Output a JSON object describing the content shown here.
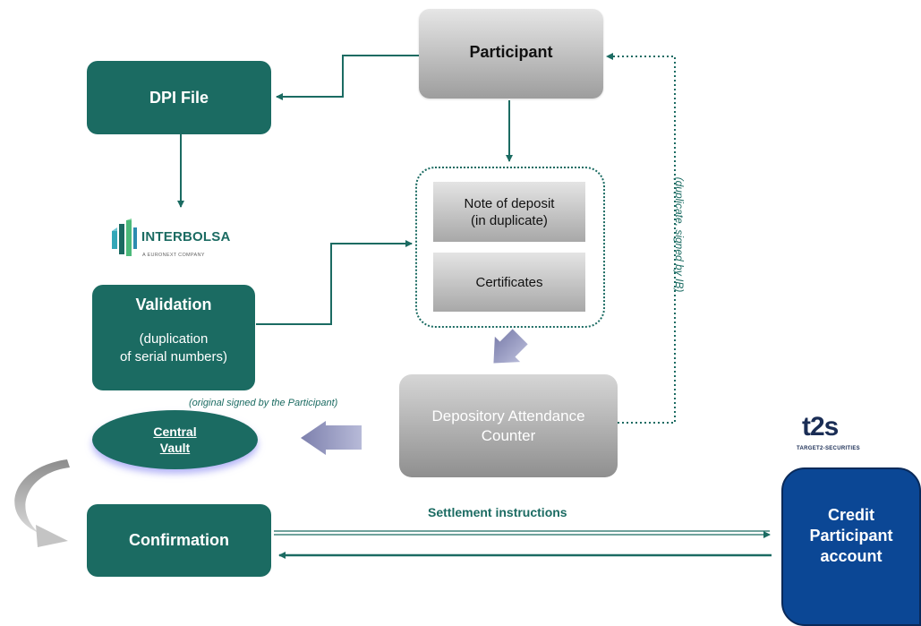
{
  "diagram": {
    "nodes": {
      "participant": "Participant",
      "dpi_file": "DPI File",
      "validation_title": "Validation",
      "validation_sub_line1": "(duplication",
      "validation_sub_line2": "of serial numbers)",
      "note_of_deposit_line1": "Note of deposit",
      "note_of_deposit_line2": "(in duplicate)",
      "certificates": "Certificates",
      "depository_line1": "Depository Attendance",
      "depository_line2": "Counter",
      "central_vault_line1": "Central",
      "central_vault_line2": "Vault",
      "confirmation": "Confirmation",
      "credit_line1": "Credit",
      "credit_line2": "Participant",
      "credit_line3": "account"
    },
    "labels": {
      "original_signed": "(original signed by the Participant)",
      "duplicate_signed": "(duplicate, signed by IB)",
      "settlement_instructions": "Settlement instructions"
    },
    "logos": {
      "interbolsa_word": "INTERBOLSA",
      "interbolsa_tag": "A EURONEXT COMPANY",
      "t2s_word": "t2s",
      "t2s_tag": "TARGET2-SECURITIES"
    },
    "colors": {
      "teal": "#1b6b62",
      "navy": "#0b4795",
      "arrow_lavender": "#8c8fb8"
    }
  }
}
